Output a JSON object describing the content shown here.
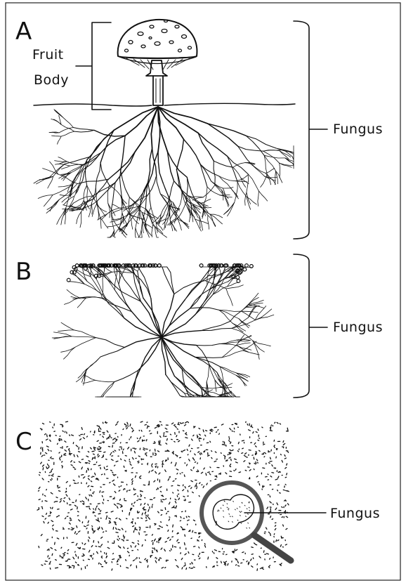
{
  "panels": {
    "a": {
      "letter": "A",
      "fruit_body_line1": "Fruit",
      "fruit_body_line2": "Body",
      "fungus_label": "Fungus"
    },
    "b": {
      "letter": "B",
      "fungus_label": "Fungus"
    },
    "c": {
      "letter": "C",
      "fungus_label": "Fungus"
    }
  },
  "colors": {
    "ink": "#111111",
    "magnifier_rim": "#555555",
    "background": "#ffffff"
  }
}
